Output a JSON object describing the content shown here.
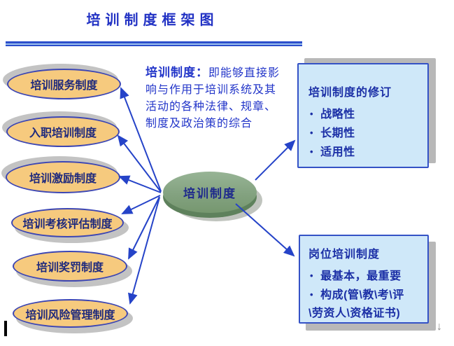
{
  "title": "培训制度框架图",
  "definition": {
    "lead": "培训制度：",
    "body": "即能够直接影响与作用于培训系统及其活动的各种法律、规章、制度及政治策的综合"
  },
  "center_node": {
    "label": "培训制度"
  },
  "left_ovals": [
    {
      "label": "培训服务制度"
    },
    {
      "label": "入职培训制度"
    },
    {
      "label": "培训激励制度"
    },
    {
      "label": "培训考核评估制度"
    },
    {
      "label": "培训奖罚制度"
    },
    {
      "label": "培训风险管理制度"
    }
  ],
  "right_boxes": [
    {
      "title": "培训制度的修订",
      "bullets": [
        "战略性",
        "长期性",
        "适用性"
      ]
    },
    {
      "title": "岗位培训制度",
      "bullets": [
        "最基本，最重要",
        "构成(管\\教\\考\\评\\劳资人\\资格证书)"
      ]
    }
  ],
  "misc": {
    "bullet": "•",
    "down_arrow": "↓"
  },
  "colors": {
    "title_blue": "#2232c4",
    "line_blue": "#2543c8",
    "oval_fill": "#f6ca7e",
    "oval_border": "#3c46b4",
    "box_fill": "#cfe8f9",
    "box_border": "#3452c6",
    "node_green": "#83a280",
    "shadow_gray": "#b8b8b8"
  }
}
